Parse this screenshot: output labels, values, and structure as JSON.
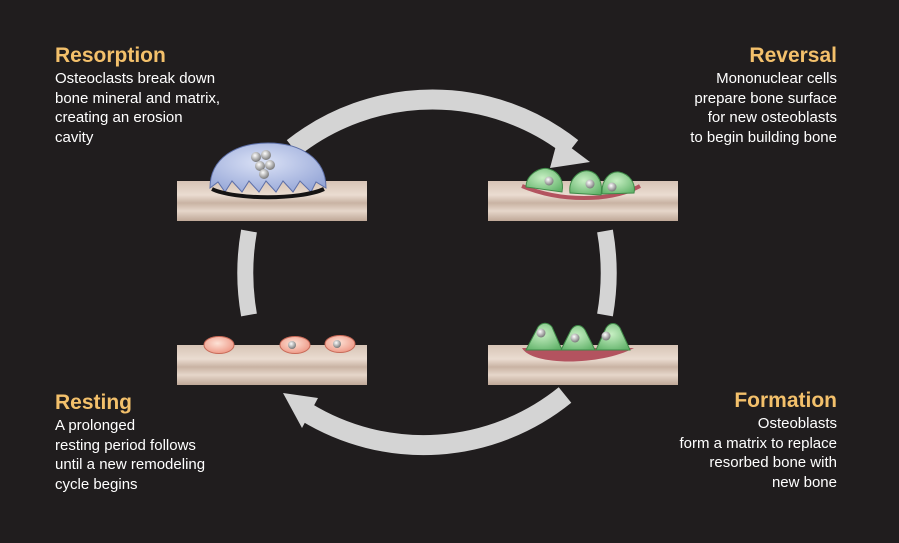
{
  "colors": {
    "background": "#201d1e",
    "title": "#f3c06b",
    "text": "#ffffff",
    "arrow": "#d4d4d4",
    "bone_dark": "#cdb8a9",
    "bone_light": "#eadcd1",
    "osteoclast": "#b7c3e6",
    "mononuclear_cell": "#8fd28f",
    "osteoblast": "#8fd28f",
    "lining_cell": "#f1a693",
    "matrix": "#b3535f"
  },
  "phases": {
    "resorption": {
      "title": "Resorption",
      "lines": [
        "Osteoclasts break down",
        "bone mineral and matrix,",
        "creating an erosion",
        "cavity"
      ]
    },
    "reversal": {
      "title": "Reversal",
      "lines": [
        "Mononuclear cells",
        "prepare bone surface",
        "for new osteoblasts",
        "to begin building bone"
      ]
    },
    "resting": {
      "title": "Resting",
      "lines": [
        "A prolonged",
        "resting period follows",
        "until a new remodeling",
        "cycle begins"
      ]
    },
    "formation": {
      "title": "Formation",
      "lines": [
        "Osteoblasts",
        "form a matrix to replace",
        "resorbed bone with",
        "new bone"
      ]
    }
  },
  "icons": {
    "cycle_arrow": "curved-arrow-icon",
    "osteoclast": "osteoclast-cell-icon",
    "mononuclear": "mononuclear-cell-icon",
    "osteoblast": "osteoblast-cell-icon",
    "lining": "lining-cell-icon"
  }
}
